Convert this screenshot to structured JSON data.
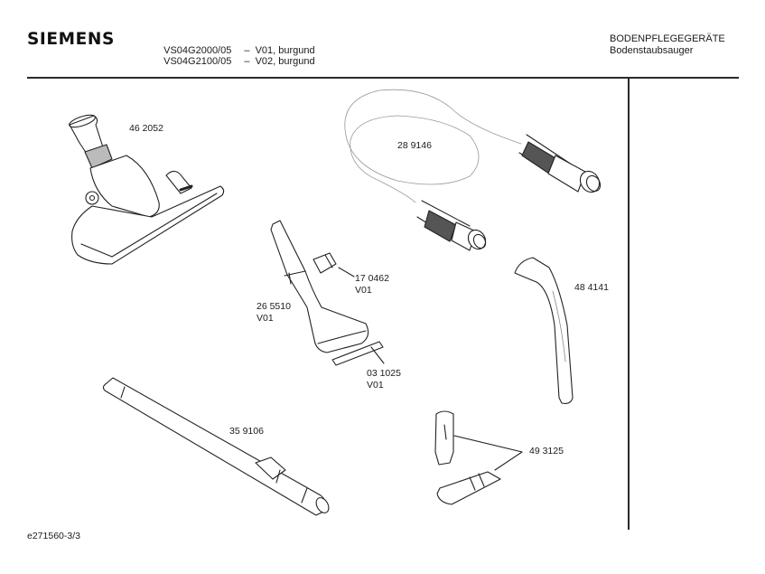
{
  "header": {
    "brand": "SIEMENS",
    "models": [
      {
        "number": "VS04G2000/05",
        "variant": "–  V01, burgund"
      },
      {
        "number": "VS04G2100/05",
        "variant": "–  V02, burgund"
      }
    ],
    "category": "BODENPFLEGEGERÄTE",
    "subcategory": "Bodenstaubsauger"
  },
  "parts": [
    {
      "id": "floor-nozzle",
      "number": "46 2052",
      "version": ""
    },
    {
      "id": "suction-hose",
      "number": "28 9146",
      "version": ""
    },
    {
      "id": "clip",
      "number": "17 0462",
      "version": "V01"
    },
    {
      "id": "crevice-nozzle",
      "number": "26 5510",
      "version": "V01"
    },
    {
      "id": "strip",
      "number": "03 1025",
      "version": "V01"
    },
    {
      "id": "handle",
      "number": "48 4141",
      "version": ""
    },
    {
      "id": "telescopic-tube",
      "number": "35 9106",
      "version": ""
    },
    {
      "id": "adapter",
      "number": "49 3125",
      "version": ""
    }
  ],
  "footer": {
    "doc_id": "e271560-3/3"
  }
}
